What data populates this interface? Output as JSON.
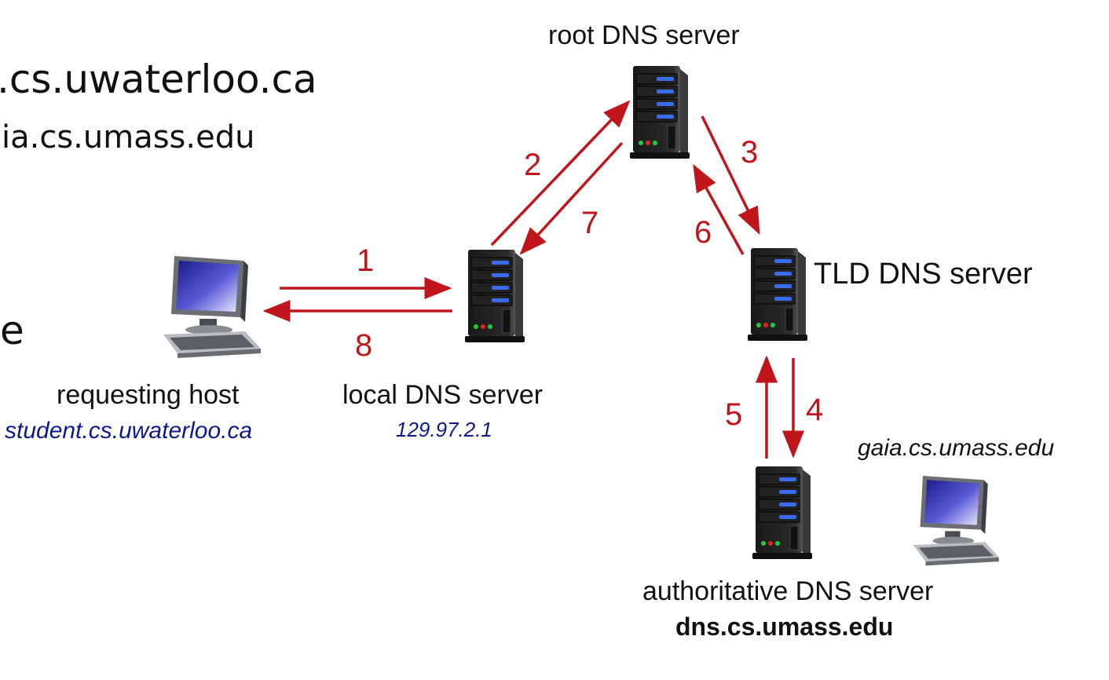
{
  "left_text": {
    "line1": ".cs.uwaterloo.ca",
    "line2": "ia.cs.umass.edu",
    "line3": "e"
  },
  "nodes": {
    "root": {
      "label": "root DNS server"
    },
    "tld": {
      "label": "TLD DNS server"
    },
    "local": {
      "label": "local DNS server",
      "sub": "129.97.2.1"
    },
    "host": {
      "label": "requesting host",
      "sub": "student.cs.uwaterloo.ca"
    },
    "auth": {
      "label": "authoritative DNS server",
      "sub": "dns.cs.umass.edu"
    },
    "gaia": {
      "label": "gaia.cs.umass.edu"
    }
  },
  "steps": [
    "1",
    "2",
    "3",
    "4",
    "5",
    "6",
    "7",
    "8"
  ],
  "colors": {
    "arrow": "#c0161b",
    "italic_text": "#0c1a8c",
    "server_led": "#3a6cf0"
  }
}
